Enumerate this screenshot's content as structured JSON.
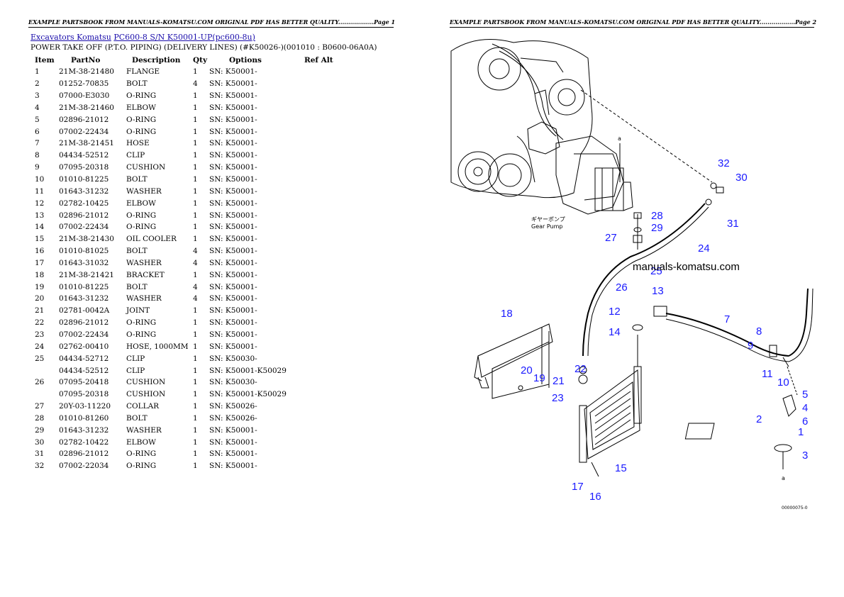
{
  "header": {
    "page1": "EXAMPLE PARTSBOOK FROM MANUALS-KOMATSU.COM ORIGINAL PDF HAS BETTER QUALITY..................Page 1",
    "page2": "EXAMPLE PARTSBOOK FROM MANUALS-KOMATSU.COM ORIGINAL PDF HAS BETTER QUALITY..................Page 2"
  },
  "breadcrumb": {
    "link1": "Excavators Komatsu",
    "link2": "PC600-8 S/N K50001-UP(pc600-8u)"
  },
  "subtitle": "POWER TAKE OFF (P.T.O. PIPING) (DELIVERY LINES) (#K50026-)(001010 : B0600-06A0A)",
  "table": {
    "headers": [
      "Item",
      "PartNo",
      "Description",
      "Qty",
      "Options",
      "Ref Alt"
    ],
    "rows": [
      [
        "1",
        "21M-38-21480",
        "FLANGE",
        "1",
        "SN: K50001-"
      ],
      [
        "2",
        "01252-70835",
        "BOLT",
        "4",
        "SN: K50001-"
      ],
      [
        "3",
        "07000-E3030",
        "O-RING",
        "1",
        "SN: K50001-"
      ],
      [
        "4",
        "21M-38-21460",
        "ELBOW",
        "1",
        "SN: K50001-"
      ],
      [
        "5",
        "02896-21012",
        "O-RING",
        "1",
        "SN: K50001-"
      ],
      [
        "6",
        "07002-22434",
        "O-RING",
        "1",
        "SN: K50001-"
      ],
      [
        "7",
        "21M-38-21451",
        "HOSE",
        "1",
        "SN: K50001-"
      ],
      [
        "8",
        "04434-52512",
        "CLIP",
        "1",
        "SN: K50001-"
      ],
      [
        "9",
        "07095-20318",
        "CUSHION",
        "1",
        "SN: K50001-"
      ],
      [
        "10",
        "01010-81225",
        "BOLT",
        "1",
        "SN: K50001-"
      ],
      [
        "11",
        "01643-31232",
        "WASHER",
        "1",
        "SN: K50001-"
      ],
      [
        "12",
        "02782-10425",
        "ELBOW",
        "1",
        "SN: K50001-"
      ],
      [
        "13",
        "02896-21012",
        "O-RING",
        "1",
        "SN: K50001-"
      ],
      [
        "14",
        "07002-22434",
        "O-RING",
        "1",
        "SN: K50001-"
      ],
      [
        "15",
        "21M-38-21430",
        "OIL COOLER",
        "1",
        "SN: K50001-"
      ],
      [
        "16",
        "01010-81025",
        "BOLT",
        "4",
        "SN: K50001-"
      ],
      [
        "17",
        "01643-31032",
        "WASHER",
        "4",
        "SN: K50001-"
      ],
      [
        "18",
        "21M-38-21421",
        "BRACKET",
        "1",
        "SN: K50001-"
      ],
      [
        "19",
        "01010-81225",
        "BOLT",
        "4",
        "SN: K50001-"
      ],
      [
        "20",
        "01643-31232",
        "WASHER",
        "4",
        "SN: K50001-"
      ],
      [
        "21",
        "02781-0042A",
        "JOINT",
        "1",
        "SN: K50001-"
      ],
      [
        "22",
        "02896-21012",
        "O-RING",
        "1",
        "SN: K50001-"
      ],
      [
        "23",
        "07002-22434",
        "O-RING",
        "1",
        "SN: K50001-"
      ],
      [
        "24",
        "02762-00410",
        "HOSE, 1000MM",
        "1",
        "SN: K50001-"
      ],
      [
        "25",
        "04434-52712",
        "CLIP",
        "1",
        "SN: K50030-"
      ],
      [
        "",
        "04434-52512",
        "CLIP",
        "1",
        "SN: K50001-K50029"
      ],
      [
        "26",
        "07095-20418",
        "CUSHION",
        "1",
        "SN: K50030-"
      ],
      [
        "",
        "07095-20318",
        "CUSHION",
        "1",
        "SN: K50001-K50029"
      ],
      [
        "27",
        "20Y-03-11220",
        "COLLAR",
        "1",
        "SN: K50026-"
      ],
      [
        "28",
        "01010-81260",
        "BOLT",
        "1",
        "SN: K50026-"
      ],
      [
        "29",
        "01643-31232",
        "WASHER",
        "1",
        "SN: K50001-"
      ],
      [
        "30",
        "02782-10422",
        "ELBOW",
        "1",
        "SN: K50001-"
      ],
      [
        "31",
        "02896-21012",
        "O-RING",
        "1",
        "SN: K50001-"
      ],
      [
        "32",
        "07002-22034",
        "O-RING",
        "1",
        "SN: K50001-"
      ]
    ]
  },
  "diagram": {
    "watermark": "manuals-komatsu.com",
    "pump_label_jp": "ギヤーポンプ",
    "pump_label_en": "Gear Pump",
    "ref_a": "a",
    "figure_code": "00000075-0"
  }
}
